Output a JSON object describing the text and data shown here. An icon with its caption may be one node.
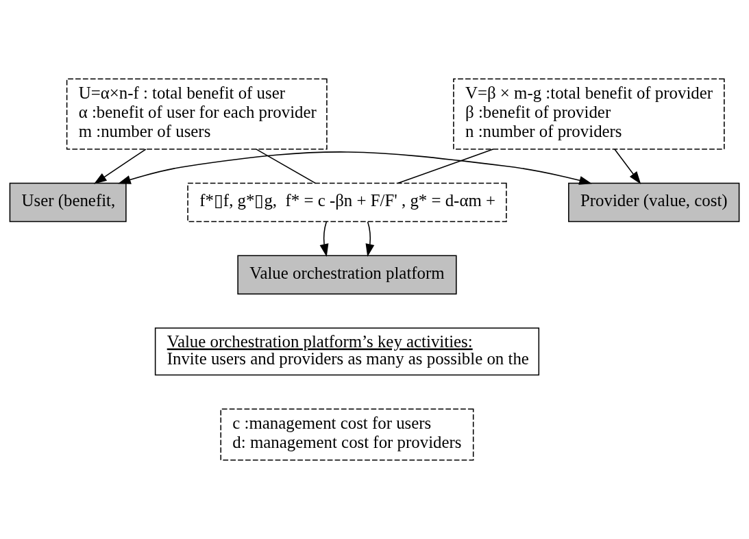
{
  "diagram": {
    "nodes": [
      {
        "text": [
          "User (benefit,"
        ]
      },
      {
        "text": [
          "Provider (value, cost)"
        ]
      },
      {
        "text": [
          "U=α×n-f : total benefit of user",
          "α :benefit of user for each provider",
          "m :number of users"
        ]
      },
      {
        "text": [
          "V=β × m-g :total benefit of provider",
          "β :benefit of provider",
          "n :number of providers"
        ]
      },
      {
        "text": [
          "f*▯f, g*▯g,  f* = c -βn + F/F' , g* = d-αm +"
        ]
      },
      {
        "text": [
          "Value orchestration platform"
        ]
      },
      {
        "text": [
          "Value orchestration platform’s key activities:",
          "Invite users and providers as many as possible on the"
        ]
      },
      {
        "text": [
          "c :management cost for users",
          "d: management cost for providers"
        ]
      }
    ],
    "edges": [
      {
        "from": 0,
        "to": 1,
        "arrow": "both"
      },
      {
        "from": 2,
        "to": 0,
        "arrow": "to"
      },
      {
        "from": 3,
        "to": 1,
        "arrow": "to"
      },
      {
        "from": 2,
        "to": 4,
        "arrow": "none"
      },
      {
        "from": 3,
        "to": 4,
        "arrow": "none"
      },
      {
        "from": 4,
        "to": 5,
        "arrow": "to"
      },
      {
        "from": 4,
        "to": 5,
        "arrow": "to"
      }
    ]
  }
}
